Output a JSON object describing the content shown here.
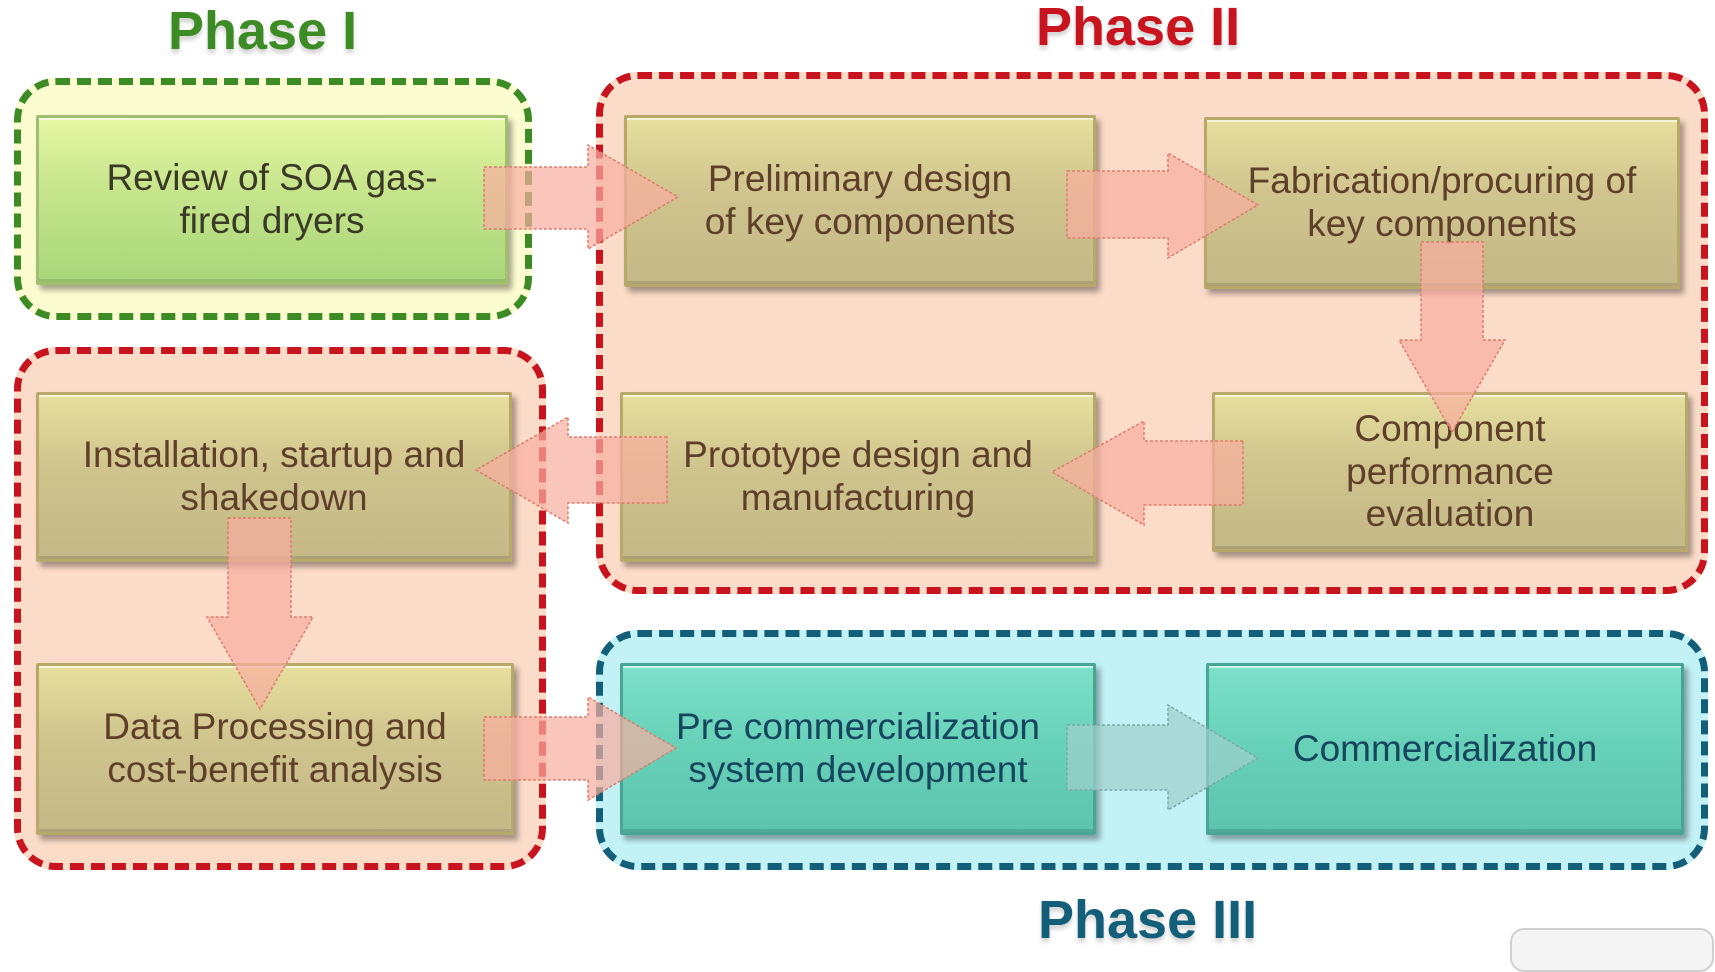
{
  "phases": {
    "phase1": {
      "title": "Phase I",
      "color": "#3d8b25"
    },
    "phase2": {
      "title": "Phase II",
      "color": "#c8141e"
    },
    "phase3": {
      "title": "Phase III",
      "color": "#135f7a"
    }
  },
  "steps": {
    "review": "Review of SOA gas-\nfired dryers",
    "prelim_design": "Preliminary design\nof key components",
    "fabrication": "Fabrication/procuring of\nkey components",
    "component_eval": "Component\nperformance\nevaluation",
    "prototype": "Prototype design and\nmanufacturing",
    "installation": "Installation, startup and\nshakedown",
    "data_processing": "Data Processing and\ncost-benefit analysis",
    "precommercial": "Pre commercialization\nsystem development",
    "commercialization": "Commercialization"
  },
  "colors": {
    "arrow_fill": "#f8aea0",
    "phase1_bg": "#fbfcd0",
    "phase2_bg": "#fbdcc8",
    "phase3_bg": "#c2f2f6"
  }
}
